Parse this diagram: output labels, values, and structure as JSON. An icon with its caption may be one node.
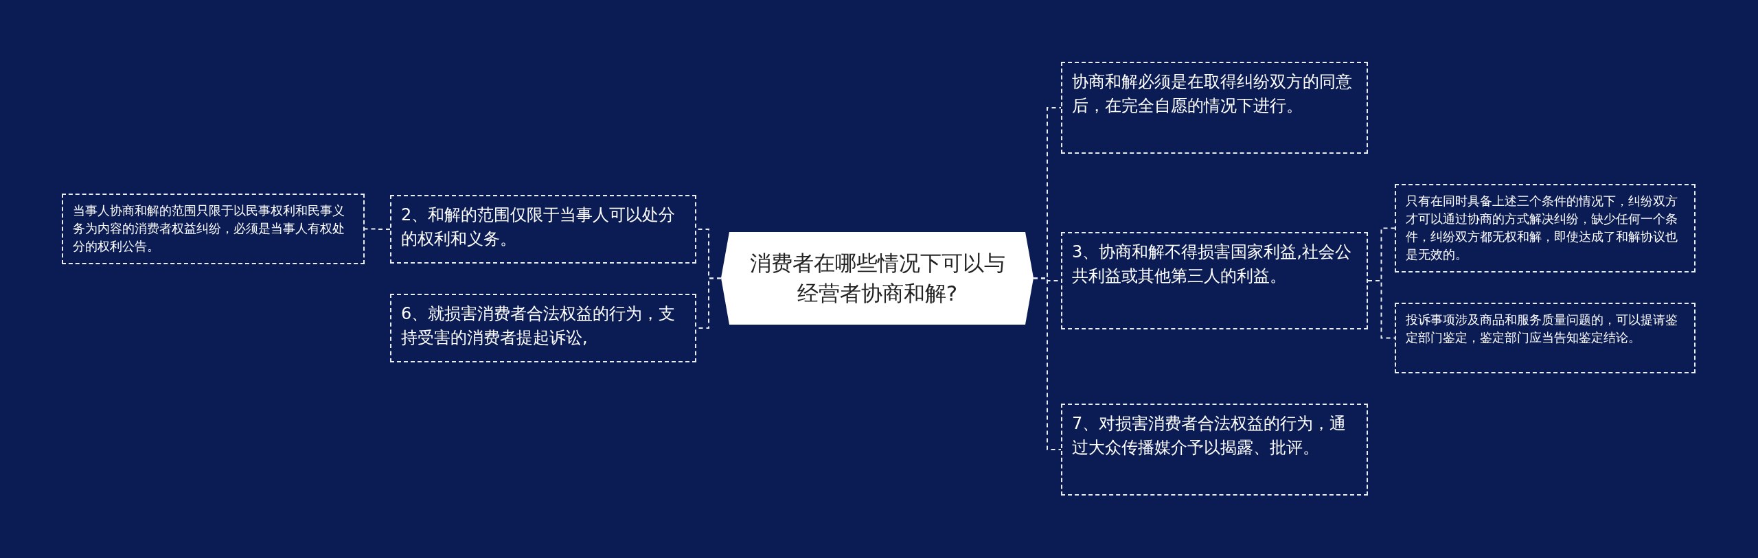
{
  "diagram": {
    "nodes": [
      {
        "text": [
          "消费者在哪些情况下可以与经营者协商和解?"
        ]
      },
      {
        "text": [
          "2、和解的范围仅限于当事人可以处分的权利和义务。"
        ]
      },
      {
        "text": [
          "当事人协商和解的范围只限于以民事权利和民事义务为内容的消费者权益纠纷，必须是当事人有权处分的权利公告。"
        ]
      },
      {
        "text": [
          "6、就损害消费者合法权益的行为，支持受害的消费者提起诉讼,"
        ]
      },
      {
        "text": [
          "协商和解必须是在取得纠纷双方的同意后，在完全自愿的情况下进行。"
        ]
      },
      {
        "text": [
          "3、协商和解不得损害国家利益,社会公共利益或其他第三人的利益。"
        ]
      },
      {
        "text": [
          "只有在同时具备上述三个条件的情况下，纠纷双方才可以通过协商的方式解决纠纷，缺少任何一个条件，纠纷双方都无权和解，即使达成了和解协议也是无效的。"
        ]
      },
      {
        "text": [
          "投诉事项涉及商品和服务质量问题的，可以提请鉴定部门鉴定，鉴定部门应当告知鉴定结论。"
        ]
      },
      {
        "text": [
          "7、对损害消费者合法权益的行为，通过大众传播媒介予以揭露、批评。"
        ]
      }
    ],
    "edges": [
      {
        "from": 0,
        "to": 1,
        "arrow": "none"
      },
      {
        "from": 1,
        "to": 2,
        "arrow": "none"
      },
      {
        "from": 0,
        "to": 3,
        "arrow": "none"
      },
      {
        "from": 0,
        "to": 4,
        "arrow": "none"
      },
      {
        "from": 0,
        "to": 5,
        "arrow": "none"
      },
      {
        "from": 5,
        "to": 6,
        "arrow": "none"
      },
      {
        "from": 5,
        "to": 7,
        "arrow": "none"
      },
      {
        "from": 0,
        "to": 8,
        "arrow": "none"
      }
    ]
  }
}
